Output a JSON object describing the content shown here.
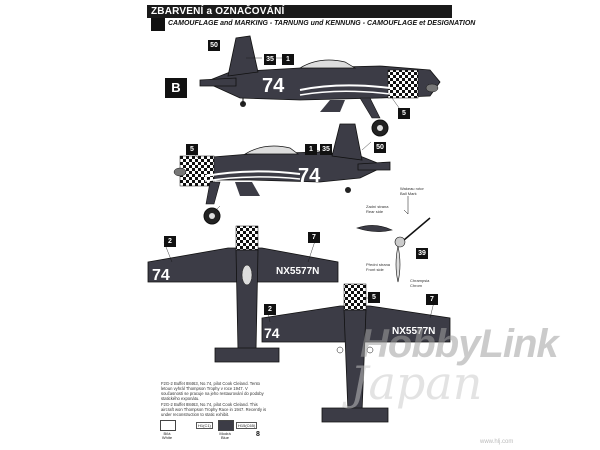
{
  "header": {
    "title": "ZBARVENÍ a OZNAČOVÁNÍ",
    "subtitle": "CAMOUFLAGE and MARKING - TARNUNG und KENNUNG - CAMOUFLAGE et DESIGNATION"
  },
  "variant_label": "B",
  "markings": {
    "race_number": "74",
    "registration": "NX5577N"
  },
  "callouts": {
    "c1": "35",
    "c2": "1",
    "c3": "5",
    "c4": "5",
    "c5": "1",
    "c6": "35",
    "c7": "50",
    "c8": "50",
    "c9": "2",
    "c10": "7",
    "c11": "5",
    "c12": "7",
    "c13": "2",
    "c14": "39"
  },
  "detail_labels": {
    "top": "Wakeau rotor\nBall Mark",
    "rear": "Zadní strana\nRear side",
    "front": "Přední strana\nFront side",
    "bottom": "Chrampsia\nChrom"
  },
  "captions": {
    "first": "F2G-2 Buffet 88463, No.74, pilot Cook Cleland. Tento letoun vyhrál Thompson Trophy v roce 1947. V současnosti se pracuje na jeho restaurování do podoby statického exponátu.",
    "second": "F2G-2 Buffet 88463, No.74, pilot Cook Cleland. This aircraft won Thompson Trophy Race in 1947. Recently is under reconstruction to static exhibit."
  },
  "swatches": [
    {
      "label": "Bílá\nWhite",
      "color": "#ffffff"
    },
    {
      "label": "Modrá\nBlue",
      "color": "#3c3c46"
    }
  ],
  "chips": [
    "H1(C1)",
    "H15(C65)"
  ],
  "page_number": "8",
  "watermark": {
    "brand": "HobbyLink",
    "country": "Japan",
    "url": "www.hlj.com"
  },
  "colors": {
    "aircraft": "#3c3c46",
    "accent": "#111111"
  }
}
